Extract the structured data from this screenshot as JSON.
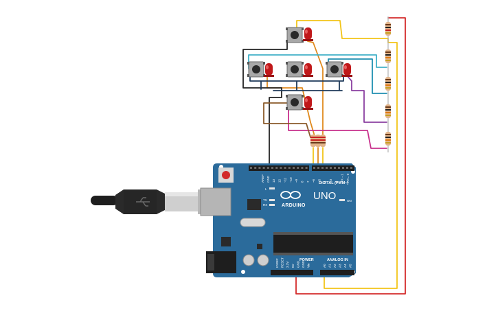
{
  "board": {
    "name": "UNO",
    "brand": "ARDUINO",
    "digital_label": "DIGITAL (PWM~)",
    "power_label": "POWER",
    "analog_label": "ANALOG IN",
    "on_label": "ON",
    "tx_label": "TX",
    "rx_label": "RX",
    "l_label": "L",
    "aref_label": "AREF",
    "gnd_label": "GND",
    "digital_pins": [
      "13",
      "12",
      "~11",
      "~10",
      "~9",
      "8",
      "7",
      "~6",
      "~5",
      "4",
      "~3",
      "2",
      "TX→1",
      "RX←0"
    ],
    "power_pins": [
      "IOREF",
      "RESET",
      "3.3V",
      "5V",
      "GND",
      "GND",
      "Vin"
    ],
    "analog_pins": [
      "A0",
      "A1",
      "A2",
      "A3",
      "A4",
      "A5"
    ]
  },
  "colors": {
    "board": "#2b6b9b",
    "wire_yellow": "#f2c418",
    "wire_orange": "#e08a1e",
    "wire_cyan": "#40b0c8",
    "wire_teal": "#1e8fb0",
    "wire_purple": "#8a3fa0",
    "wire_magenta": "#c8308c",
    "wire_black": "#222222",
    "wire_brown": "#8a5a2a",
    "wire_red": "#d42a2a",
    "wire_navy": "#1f3a5a",
    "led_red": "#c0181a"
  }
}
